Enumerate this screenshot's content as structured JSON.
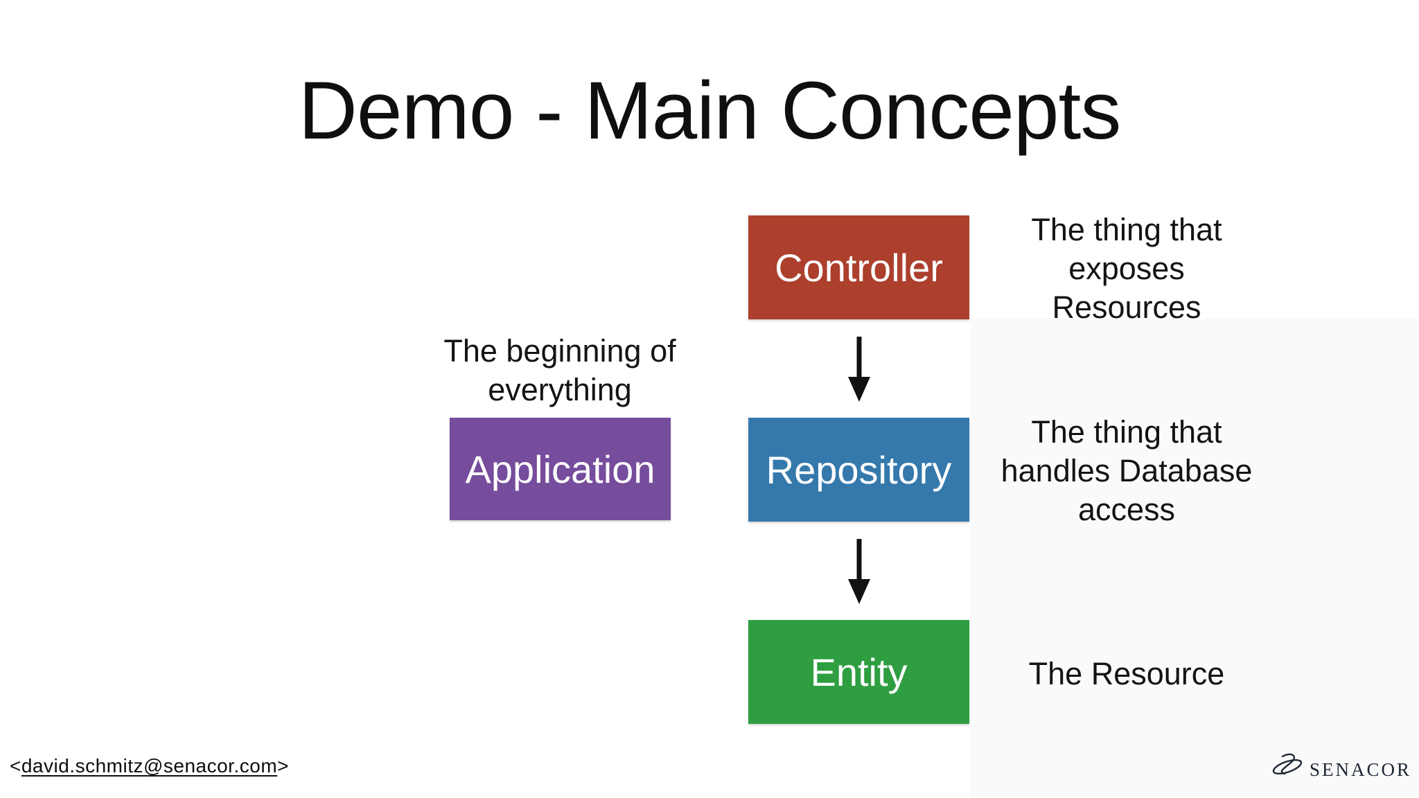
{
  "title": "Demo - Main Concepts",
  "boxes": {
    "controller": {
      "label": "Controller",
      "color": "#AD3F2D",
      "text_color": "#ffffff"
    },
    "repository": {
      "label": "Repository",
      "color": "#3579AC",
      "text_color": "#ffffff"
    },
    "entity": {
      "label": "Entity",
      "color": "#2F9E41",
      "text_color": "#ffffff"
    },
    "application": {
      "label": "Application",
      "color": "#764C9C",
      "text_color": "#ffffff"
    }
  },
  "notes": {
    "application": [
      "The beginning of",
      "everything"
    ],
    "controller": [
      "The thing that",
      "exposes",
      "Resources"
    ],
    "repository": [
      "The thing that",
      "handles Database",
      "access"
    ],
    "entity": [
      "The Resource"
    ]
  },
  "icons": {
    "arrow_controller_to_repository": "arrow-down-icon",
    "arrow_repository_to_entity": "arrow-down-icon",
    "logo_mark": "senacor-scribble-icon"
  },
  "footer": {
    "bracket_open": "<",
    "email": "david.schmitz@senacor.com",
    "bracket_close": ">"
  },
  "logo": {
    "company": "SENACOR",
    "color": "#1D2633"
  },
  "arrow_color": "#111111"
}
